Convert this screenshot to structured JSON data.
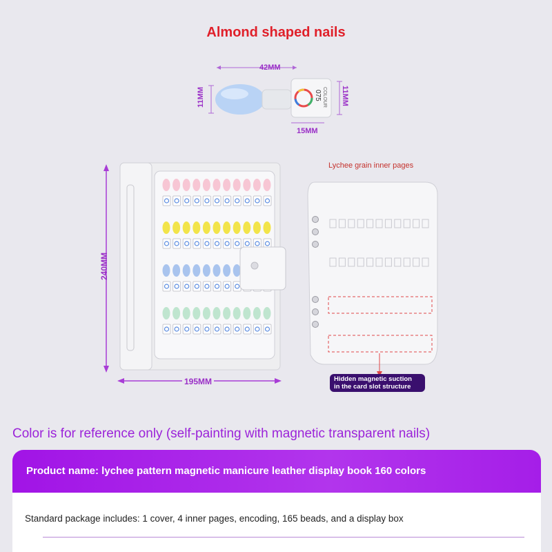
{
  "header": {
    "title": "Almond shaped nails"
  },
  "tip_dimensions": {
    "length": "42MM",
    "tip_height": "11MM",
    "card_height": "11MM",
    "card_width": "15MM",
    "card_number": "075",
    "card_brand": "COLOUR"
  },
  "book_dimensions": {
    "height": "240MM",
    "width": "195MM"
  },
  "inner_page": {
    "label": "Lychee grain inner pages",
    "callout_line1": "Hidden magnetic suction",
    "callout_line2": "in the card slot structure"
  },
  "note": "Color is for reference only (self-painting with magnetic transparent nails)",
  "product_name": "Product name: lychee pattern magnetic manicure leather display book 160 colors",
  "package": "Standard package includes: 1 cover, 4 inner pages, encoding, 165 beads, and a display box",
  "colors": {
    "accent_purple": "#a114e6",
    "title_red": "#e0202a",
    "dimension_purple": "#9a2fc7",
    "nail_rows": [
      "#f7c6d4",
      "#f2e44a",
      "#a9c4ee",
      "#bfe5cf"
    ]
  }
}
